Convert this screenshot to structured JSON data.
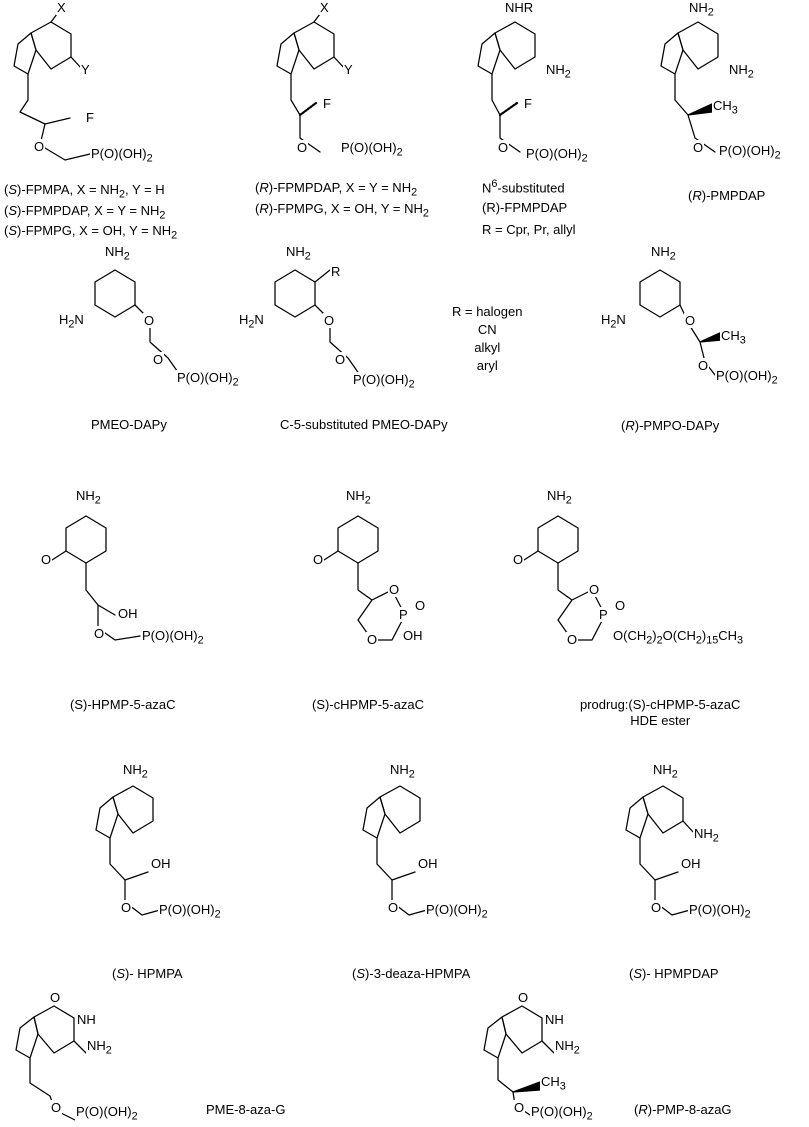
{
  "row1": {
    "s1": {
      "x": "X",
      "y": "Y",
      "f": "F",
      "o": "O",
      "p": "P(O)(OH)",
      "p_sub": "2",
      "lines": [
        {
          "cfg": "S",
          "rest": "-FPMPA,     X = NH",
          "sub": "2",
          "tail": ", Y = H"
        },
        {
          "cfg": "S",
          "rest": "-FPMPDAP,  X = Y = NH",
          "sub": "2",
          "tail": ""
        },
        {
          "cfg": "S",
          "rest": "-FPMPG,       X = OH, Y = NH",
          "sub": "2",
          "tail": ""
        }
      ]
    },
    "s2": {
      "x": "X",
      "y": "Y",
      "f": "F",
      "o": "O",
      "p": "P(O)(OH)",
      "p_sub": "2",
      "lines": [
        {
          "cfg": "R",
          "rest": "-FPMPDAP,  X = Y = NH",
          "sub": "2",
          "tail": ""
        },
        {
          "cfg": "R",
          "rest": "-FPMPG,  X = OH, Y = NH",
          "sub": "2",
          "tail": ""
        }
      ]
    },
    "s3": {
      "nhr": "NHR",
      "nh2": "NH",
      "nh2_sub": "2",
      "f": "F",
      "o": "O",
      "p": "P(O)(OH)",
      "p_sub": "2",
      "cap1_pre": "N",
      "cap1_sup": "6",
      "cap1_post": "-substituted",
      "cap2": "(R)-FPMPDAP",
      "cap3": "R = Cpr, Pr, allyl"
    },
    "s4": {
      "nh2a": "NH",
      "nh2a_sub": "2",
      "nh2b": "NH",
      "nh2b_sub": "2",
      "ch3": "CH",
      "ch3_sub": "3",
      "o": "O",
      "p": "P(O)(OH)",
      "p_sub": "2",
      "cap_cfg": "R",
      "cap_rest": "-PMPDAP"
    }
  },
  "row2": {
    "s5": {
      "nh2a": "NH",
      "nh2a_sub": "2",
      "nh2b": "H",
      "nh2b_n": "N",
      "nh2b_sub": "2",
      "o1": "O",
      "o2": "O",
      "p": "P(O)(OH)",
      "p_sub": "2",
      "cap": "PMEO-DAPy"
    },
    "s6": {
      "nh2a": "NH",
      "nh2a_sub": "2",
      "h2n_h": "H",
      "h2n_n": "N",
      "h2n_sub": "2",
      "r": "R",
      "o1": "O",
      "o2": "O",
      "p": "P(O)(OH)",
      "p_sub": "2",
      "rlist": [
        "R = halogen",
        "CN",
        "alkyl",
        "aryl"
      ],
      "cap": "C-5-substituted PMEO-DAPy"
    },
    "s7": {
      "nh2a": "NH",
      "nh2a_sub": "2",
      "h2n_h": "H",
      "h2n_n": "N",
      "h2n_sub": "2",
      "o1": "O",
      "o2": "O",
      "ch3": "CH",
      "ch3_sub": "3",
      "p": "P(O)(OH)",
      "p_sub": "2",
      "cap_cfg": "R",
      "cap_rest": "-PMPO-DAPy"
    }
  },
  "row3": {
    "s8": {
      "nh2": "NH",
      "nh2_sub": "2",
      "oo": "O",
      "oh": "OH",
      "o": "O",
      "p": "P(O)(OH)",
      "p_sub": "2",
      "cap": "(S)-HPMP-5-azaC"
    },
    "s9": {
      "nh2": "NH",
      "nh2_sub": "2",
      "oo": "O",
      "o1": "O",
      "o2": "O",
      "po": "O",
      "p": "P",
      "ph": "OH",
      "cap": "(S)-cHPMP-5-azaC"
    },
    "s10": {
      "nh2": "NH",
      "nh2_sub": "2",
      "oo": "O",
      "o1": "O",
      "o2": "O",
      "po": "O",
      "p": "P",
      "tail": "O(CH",
      "tail_s1": "2",
      "tail_m": ")",
      "tail_s2": "2",
      "tail_n": "O(CH",
      "tail_s3": "2",
      "tail_e": ")",
      "tail_s4": "15",
      "tail_f": "CH",
      "tail_s5": "3",
      "cap1": "prodrug:(S)-cHPMP-5-azaC",
      "cap2": "HDE ester"
    }
  },
  "row4": {
    "s11": {
      "nh2": "NH",
      "nh2_sub": "2",
      "oh": "OH",
      "o": "O",
      "p": "P(O)(OH)",
      "p_sub": "2",
      "cap_cfg": "S",
      "cap_rest": "- HPMPA"
    },
    "s12": {
      "nh2": "NH",
      "nh2_sub": "2",
      "oh": "OH",
      "o": "O",
      "p": "P(O)(OH)",
      "p_sub": "2",
      "cap_cfg": "S",
      "cap_rest": "-3-deaza-HPMPA"
    },
    "s13": {
      "nh2a": "NH",
      "nh2a_sub": "2",
      "nh2b": "NH",
      "nh2b_sub": "2",
      "oh": "OH",
      "o": "O",
      "p": "P(O)(OH)",
      "p_sub": "2",
      "cap_cfg": "S",
      "cap_rest": "- HPMPDAP"
    }
  },
  "row5": {
    "s14": {
      "oo": "O",
      "nh": "NH",
      "nh2": "NH",
      "nh2_sub": "2",
      "o": "O",
      "p": "P(O)(OH)",
      "p_sub": "2",
      "cap": "PME-8-aza-G"
    },
    "s15": {
      "oo": "O",
      "nh": "NH",
      "nh2": "NH",
      "nh2_sub": "2",
      "ch3": "CH",
      "ch3_sub": "3",
      "o": "O",
      "p": "P(O)(OH)",
      "p_sub": "2",
      "cap_cfg": "R",
      "cap_rest": "-PMP-8-azaG"
    }
  }
}
